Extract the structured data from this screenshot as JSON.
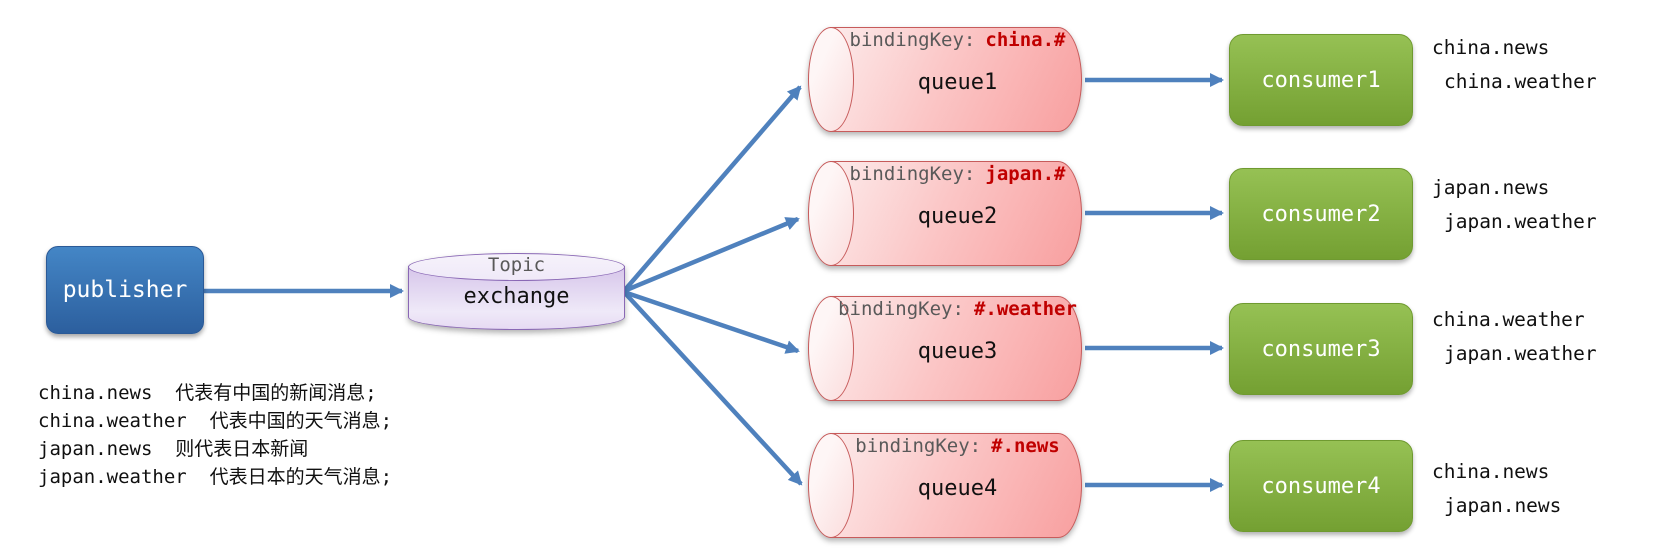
{
  "publisher": {
    "label": "publisher"
  },
  "exchange": {
    "type_label": "Topic",
    "name": "exchange"
  },
  "labels": {
    "binding_prefix": "bindingKey:"
  },
  "queues": [
    {
      "name": "queue1",
      "binding_key": "china.#"
    },
    {
      "name": "queue2",
      "binding_key": "japan.#"
    },
    {
      "name": "queue3",
      "binding_key": "#.weather"
    },
    {
      "name": "queue4",
      "binding_key": "#.news"
    }
  ],
  "consumers": [
    {
      "label": "consumer1",
      "messages": [
        "china.news",
        "china.weather"
      ]
    },
    {
      "label": "consumer2",
      "messages": [
        "japan.news",
        "japan.weather"
      ]
    },
    {
      "label": "consumer3",
      "messages": [
        "china.weather",
        "japan.weather"
      ]
    },
    {
      "label": "consumer4",
      "messages": [
        "china.news",
        "japan.news"
      ]
    }
  ],
  "notes": {
    "lines": [
      "china.news  代表有中国的新闻消息;",
      "china.weather  代表中国的天气消息;",
      "japan.news  则代表日本新闻",
      "japan.weather  代表日本的天气消息;"
    ]
  },
  "colors": {
    "arrow": "#4f81bd",
    "ink": "#1a1a1a",
    "gray-label": "#595959",
    "bind-red": "#c00000",
    "publisher-top": "#4486c6",
    "publisher-bottom": "#2c5f9e",
    "publisher-border": "#2b5a97",
    "exchange-border": "#8a68b5",
    "exchange-fill-light": "#efe9f8",
    "exchange-fill-dark": "#d6c5ea",
    "queue-border": "#c75b5b",
    "queue-fill-light": "#fcebeb",
    "queue-fill-dark": "#f89f9f",
    "queue-cap": "#fef6f6",
    "consumer-top": "#96c154",
    "consumer-bottom": "#74a032"
  }
}
